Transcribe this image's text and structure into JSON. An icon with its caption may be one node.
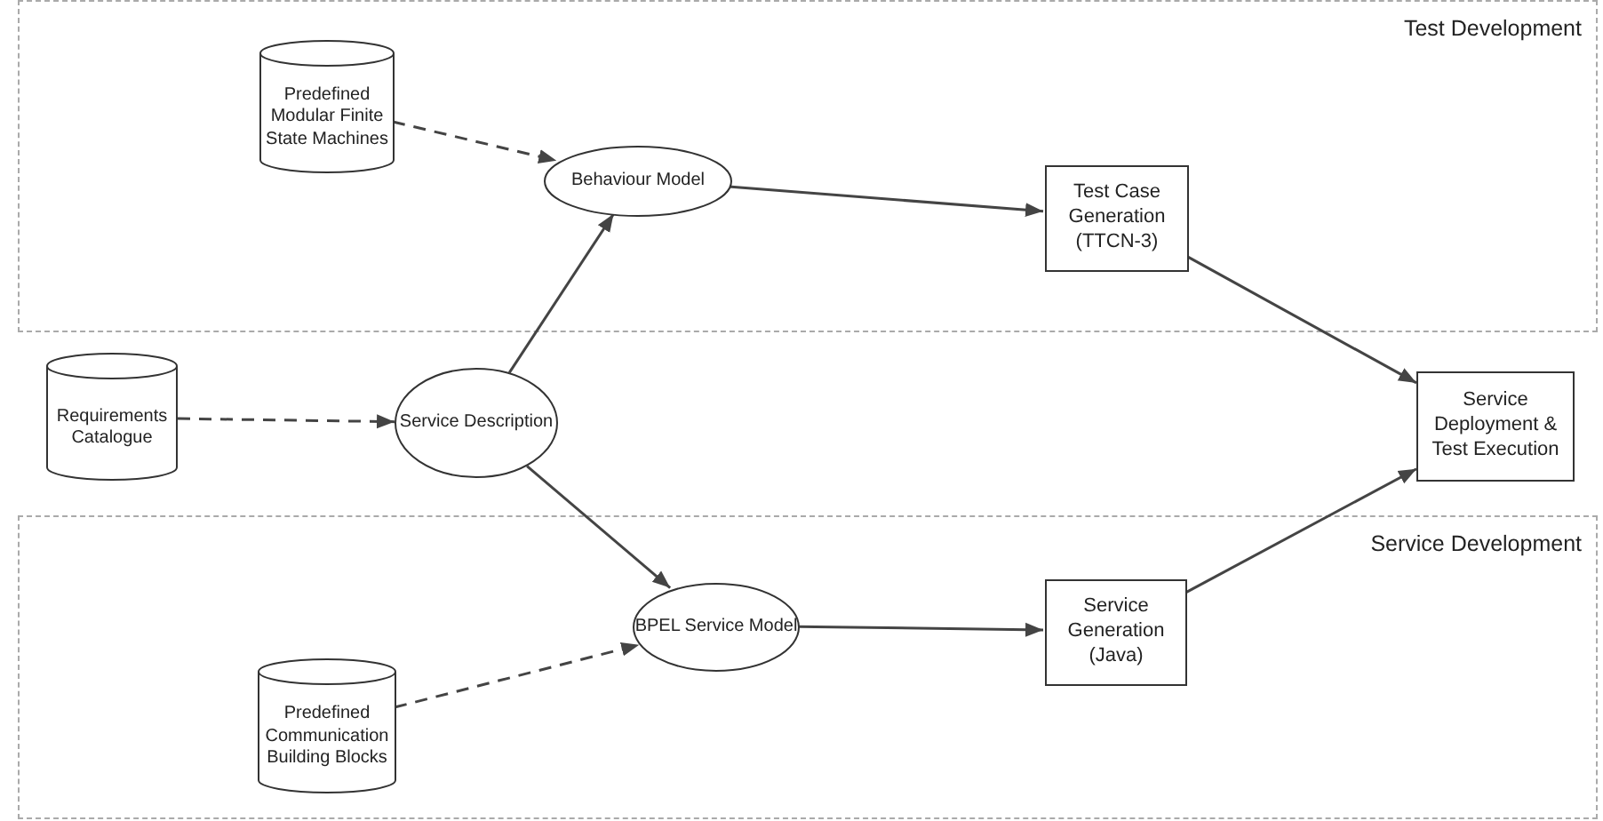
{
  "diagram": {
    "nodes": [
      {
        "text": [
          "Test Development"
        ]
      },
      {
        "text": [
          "Predefined Modular Finite State Machines"
        ],
        "in": 0
      },
      {
        "text": [
          "Behaviour Model"
        ],
        "in": 0
      },
      {
        "text": [
          "Test Case Generation (TTCN-3)"
        ],
        "in": 0
      },
      {
        "text": [
          "Requirements Catalogue"
        ]
      },
      {
        "text": [
          "Service Description"
        ]
      },
      {
        "text": [
          "Service Deployment & Test Execution"
        ]
      },
      {
        "text": [
          "Service Development"
        ]
      },
      {
        "text": [
          "BPEL Service Model"
        ],
        "in": 7
      },
      {
        "text": [
          "Service Generation (Java)"
        ],
        "in": 7
      },
      {
        "text": [
          "Predefined Communication Building Blocks"
        ],
        "in": 7
      }
    ],
    "edges": [
      {
        "from": 1,
        "to": 2,
        "arrow": "to",
        "style": "dashed"
      },
      {
        "from": 5,
        "to": 2,
        "arrow": "to"
      },
      {
        "from": 2,
        "to": 3,
        "arrow": "to"
      },
      {
        "from": 3,
        "to": 6,
        "arrow": "to"
      },
      {
        "from": 4,
        "to": 5,
        "arrow": "to",
        "style": "dashed"
      },
      {
        "from": 5,
        "to": 8,
        "arrow": "to"
      },
      {
        "from": 8,
        "to": 9,
        "arrow": "to"
      },
      {
        "from": 9,
        "to": 6,
        "arrow": "to"
      },
      {
        "from": 10,
        "to": 8,
        "arrow": "to",
        "style": "dashed"
      }
    ]
  }
}
